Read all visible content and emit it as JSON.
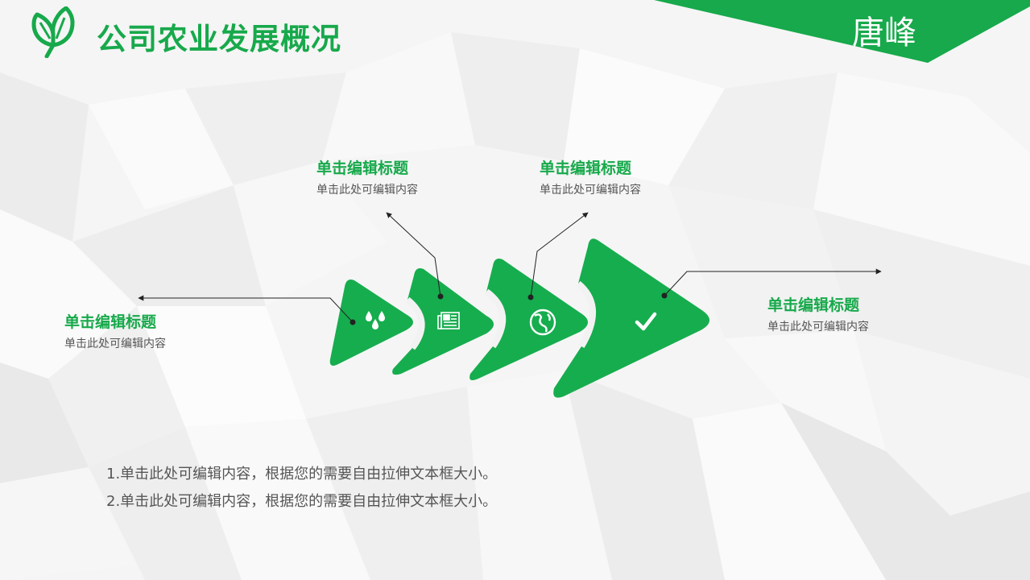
{
  "header": {
    "logo_icon": "leaf-icon",
    "title": "公司农业发展概况",
    "author_name": "唐峰"
  },
  "colors": {
    "brand_green": "#17a94b",
    "text_gray": "#555555",
    "background": "#f4f4f4"
  },
  "diagram": {
    "steps": [
      {
        "icon": "water-drops-icon",
        "title": "单击编辑标题",
        "desc": "单击此处可编辑内容"
      },
      {
        "icon": "newspaper-icon",
        "title": "单击编辑标题",
        "desc": "单击此处可编辑内容"
      },
      {
        "icon": "globe-icon",
        "title": "单击编辑标题",
        "desc": "单击此处可编辑内容"
      },
      {
        "icon": "checkmark-icon",
        "title": "单击编辑标题",
        "desc": "单击此处可编辑内容"
      }
    ]
  },
  "body": {
    "lines": [
      "1.单击此处可编辑内容，根据您的需要自由拉伸文本框大小。",
      "2.单击此处可编辑内容，根据您的需要自由拉伸文本框大小。"
    ]
  }
}
